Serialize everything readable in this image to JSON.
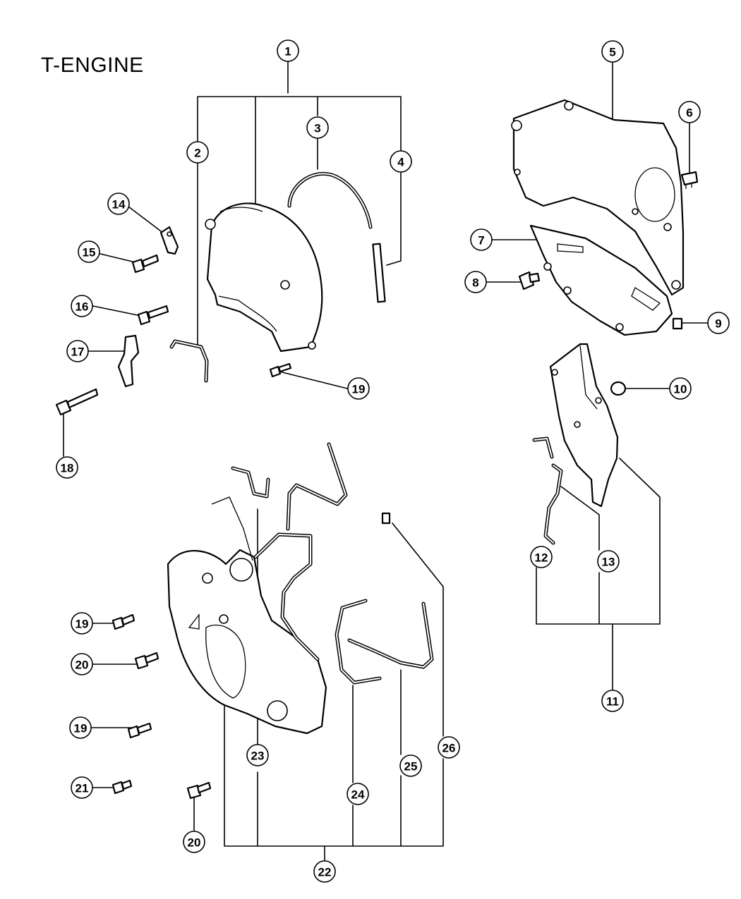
{
  "title": "T-ENGINE",
  "callouts": [
    {
      "id": "c1",
      "label": "1"
    },
    {
      "id": "c2",
      "label": "2"
    },
    {
      "id": "c3",
      "label": "3"
    },
    {
      "id": "c4",
      "label": "4"
    },
    {
      "id": "c5",
      "label": "5"
    },
    {
      "id": "c6",
      "label": "6"
    },
    {
      "id": "c7",
      "label": "7"
    },
    {
      "id": "c8",
      "label": "8"
    },
    {
      "id": "c9",
      "label": "9"
    },
    {
      "id": "c10",
      "label": "10"
    },
    {
      "id": "c11",
      "label": "11"
    },
    {
      "id": "c12",
      "label": "12"
    },
    {
      "id": "c13",
      "label": "13"
    },
    {
      "id": "c14",
      "label": "14"
    },
    {
      "id": "c15",
      "label": "15"
    },
    {
      "id": "c16",
      "label": "16"
    },
    {
      "id": "c17",
      "label": "17"
    },
    {
      "id": "c18",
      "label": "18"
    },
    {
      "id": "c19a",
      "label": "19"
    },
    {
      "id": "c19b",
      "label": "19"
    },
    {
      "id": "c19c",
      "label": "19"
    },
    {
      "id": "c20a",
      "label": "20"
    },
    {
      "id": "c20b",
      "label": "20"
    },
    {
      "id": "c21",
      "label": "21"
    },
    {
      "id": "c22",
      "label": "22"
    },
    {
      "id": "c23",
      "label": "23"
    },
    {
      "id": "c24",
      "label": "24"
    },
    {
      "id": "c25",
      "label": "25"
    },
    {
      "id": "c26",
      "label": "26"
    }
  ]
}
